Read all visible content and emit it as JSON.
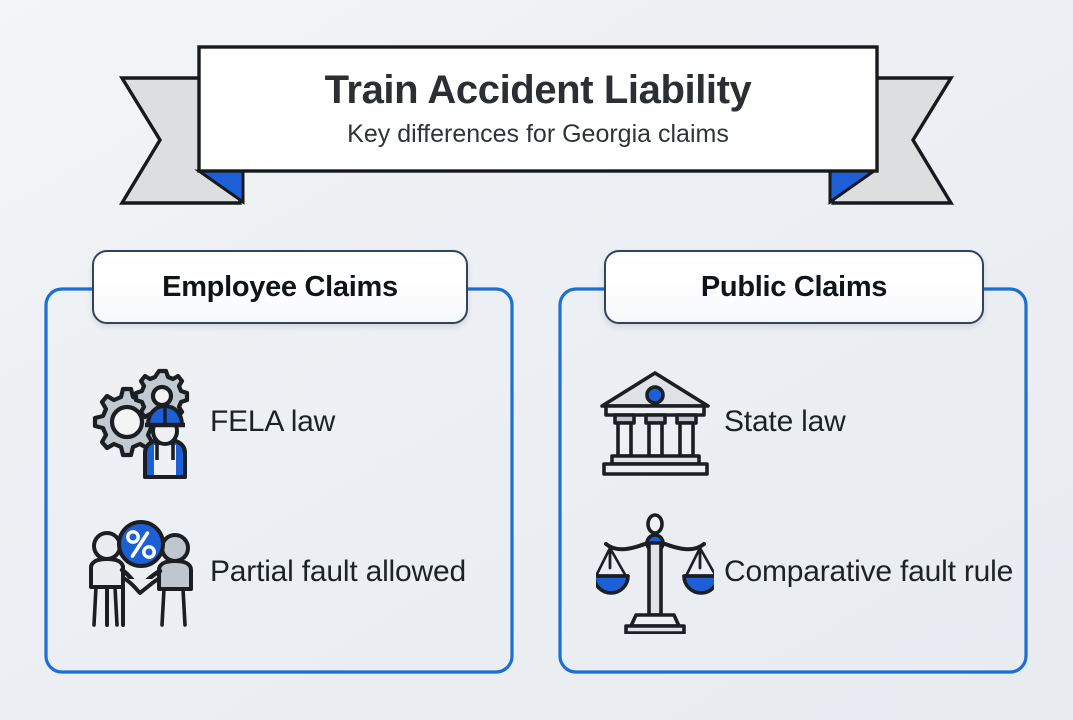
{
  "banner": {
    "title": "Train Accident Liability",
    "subtitle": "Key differences for Georgia claims",
    "ribbon_fill": "#dcdee0",
    "ribbon_fold": "#1d5fd6",
    "ribbon_stroke": "#17191c",
    "box_fill": "#ffffff"
  },
  "theme": {
    "background_top": "#f3f5f7",
    "background_bottom": "#e8ecf1",
    "accent_blue": "#1b6fd4",
    "fold_blue": "#1d5fd6",
    "header_border": "#33435e",
    "text_dark": "#1d2226",
    "icon_gray": "#c3c9d1",
    "icon_stroke": "#1b1f24"
  },
  "cards": [
    {
      "id": "employee-claims",
      "header": "Employee Claims",
      "rows": [
        {
          "icon": "gears-worker-icon",
          "label": "FELA law"
        },
        {
          "icon": "handshake-percent-icon",
          "label": "Partial fault allowed"
        }
      ]
    },
    {
      "id": "public-claims",
      "header": "Public Claims",
      "rows": [
        {
          "icon": "courthouse-icon",
          "label": "State law"
        },
        {
          "icon": "balance-scales-icon",
          "label": "Comparative fault rule"
        }
      ]
    }
  ]
}
